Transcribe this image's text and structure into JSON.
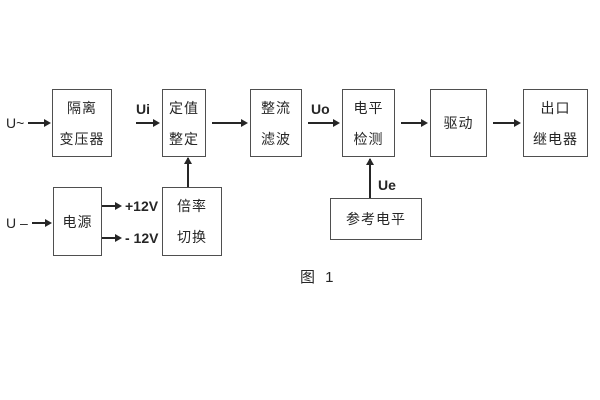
{
  "diagram": {
    "caption": "图 1",
    "inputs": {
      "ac_input": "U~",
      "dc_input": "U –"
    },
    "signals": {
      "ui": "Ui",
      "uo": "Uo",
      "ue": "Ue",
      "plus12v": "+12V",
      "minus12v": "- 12V"
    },
    "boxes": {
      "isolation_transformer": {
        "line1": "隔离",
        "line2": "变压器"
      },
      "setpoint_adjust": {
        "line1": "定值",
        "line2": "整定"
      },
      "rectifier_filter": {
        "line1": "整流",
        "line2": "滤波"
      },
      "level_detect": {
        "line1": "电平",
        "line2": "检测"
      },
      "drive": {
        "line1": "驱动"
      },
      "output_relay": {
        "line1": "出口",
        "line2": "继电器"
      },
      "power_supply": {
        "line1": "电源"
      },
      "ratio_switch": {
        "line1": "倍率",
        "line2": "切换"
      },
      "reference_level": {
        "line1": "参考电平"
      }
    },
    "connections": [
      "U~ → 隔离变压器",
      "隔离变压器 →Ui→ 定值整定",
      "定值整定 → 整流滤波",
      "整流滤波 →Uo→ 电平检测",
      "电平检测 → 驱动",
      "驱动 → 出口继电器",
      "U – → 电源",
      "电源 → +12V",
      "电源 → -12V",
      "倍率切换 ↑ 定值整定",
      "参考电平 ↑Ue↑ 电平检测"
    ],
    "colors": {
      "background": "#ffffff",
      "box_border": "#4f4f4f",
      "line": "#262626",
      "text": "#262626"
    }
  }
}
